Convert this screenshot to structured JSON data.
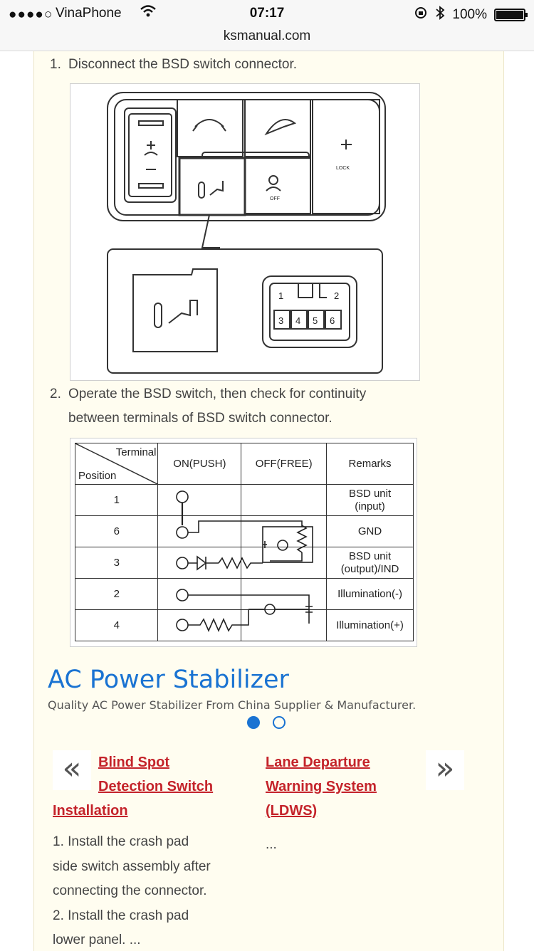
{
  "status_bar": {
    "signal": "●●●●○",
    "carrier": "VinaPhone",
    "time": "07:17",
    "battery": "100%",
    "battery_level": 1.0
  },
  "browser": {
    "url": "ksmanual.com"
  },
  "article": {
    "step1": {
      "num": "1.",
      "text": "Disconnect the BSD switch connector."
    },
    "figure1": {
      "connector_pins": [
        "1",
        "2",
        "3",
        "4",
        "5",
        "6"
      ],
      "lock_label": "LOCK",
      "off_label": "OFF"
    },
    "step2": {
      "num": "2.",
      "line1": "Operate the BSD switch, then check for continuity",
      "line2": "between terminals of BSD switch connector."
    },
    "table": {
      "header_terminal": "Terminal",
      "header_position": "Position",
      "columns": [
        "ON(PUSH)",
        "OFF(FREE)",
        "Remarks"
      ],
      "rows": [
        {
          "terminal": "1",
          "remarks": [
            "BSD unit",
            "(input)"
          ]
        },
        {
          "terminal": "6",
          "remarks": [
            "GND"
          ]
        },
        {
          "terminal": "3",
          "remarks": [
            "BSD unit",
            "(output)/IND"
          ]
        },
        {
          "terminal": "2",
          "remarks": [
            "Illumination(-)"
          ]
        },
        {
          "terminal": "4",
          "remarks": [
            "Illumination(+)"
          ]
        }
      ]
    }
  },
  "ad": {
    "title": "AC Power Stabilizer",
    "subtitle": "Quality AC Power Stabilizer From China Supplier & Manufacturer."
  },
  "nav": {
    "prev_arrow": "«",
    "next_arrow": "»",
    "prev_title_line1": "Blind Spot",
    "prev_title_line2": "Detection Switch",
    "prev_title_line3": "Installation",
    "prev_excerpt": [
      "1. Install the crash pad",
      "side switch assembly after",
      "connecting the connector.",
      "2. Install the crash pad",
      "lower panel. ..."
    ],
    "next_title_line1": "Lane Departure",
    "next_title_line2": "Warning System",
    "next_title_line3": "(LDWS)",
    "next_excerpt": "..."
  },
  "colors": {
    "link": "#c4232a",
    "ad_blue": "#1a73d2",
    "article_bg": "#fffdf0"
  }
}
